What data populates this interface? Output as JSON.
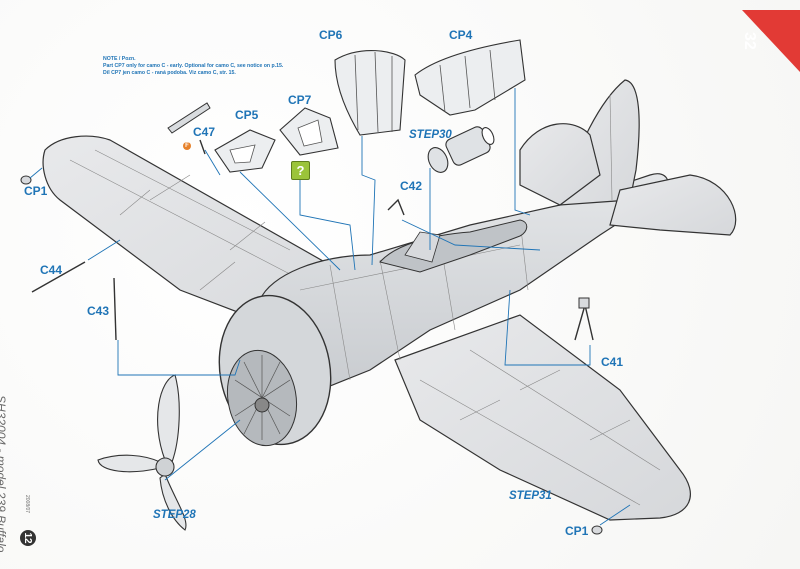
{
  "header": {
    "note_line1": "NOTE / Pozn.",
    "note_line2": "Part CP7 only for camo C - early. Optional for camo C, see notice on p.15.",
    "note_line3": "Díl CP7 jen camo C - raná podoba. Viz camo C, str. 15."
  },
  "step_badge": {
    "number": "32",
    "color": "#e23a35"
  },
  "labels": {
    "cp6": "CP6",
    "cp4": "CP4",
    "cp5": "CP5",
    "cp7": "CP7",
    "c47": "C47",
    "step30": "STEP30",
    "c42": "C42",
    "cp1_left": "CP1",
    "c44": "C44",
    "c43": "C43",
    "c41": "C41",
    "step28": "STEP28",
    "step31": "STEP31",
    "cp1_right": "CP1"
  },
  "markers": {
    "question": "?",
    "f_mark": "F"
  },
  "sidebar": {
    "model_title": "SH32004 - model 239 Buffalo",
    "code": "2008/07",
    "page_number": "12"
  },
  "colors": {
    "callout_blue": "#1f74b6",
    "step_red": "#e23a35",
    "line": "#333333"
  }
}
